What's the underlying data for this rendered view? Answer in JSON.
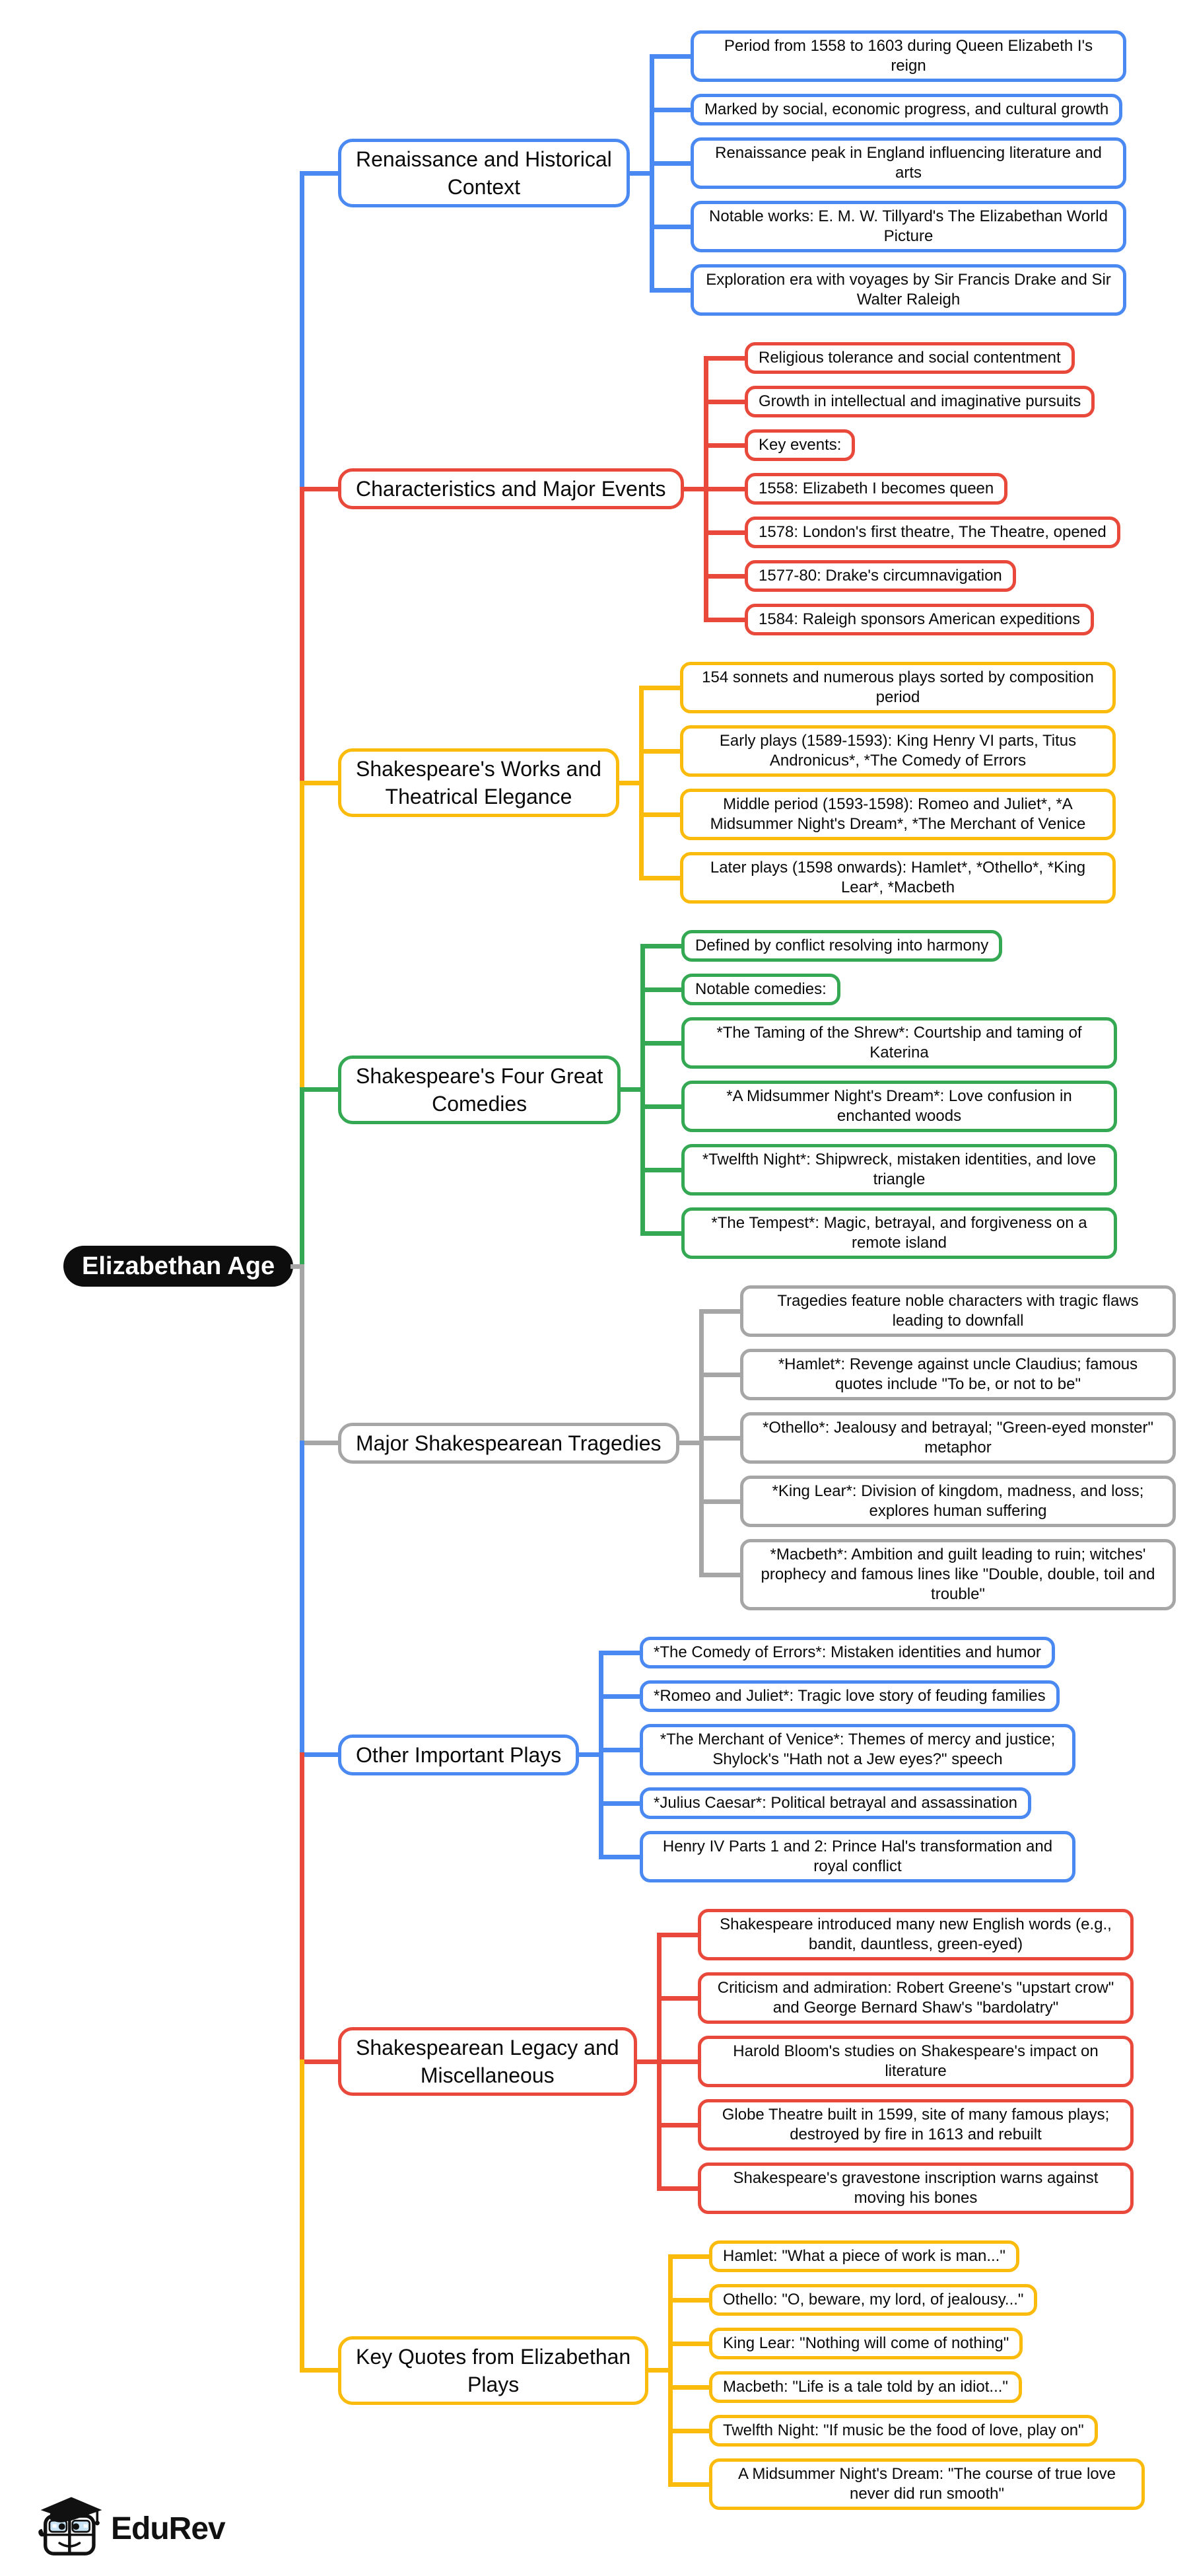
{
  "root": {
    "label": "Elizabethan Age",
    "bg_color": "#0d0d0d",
    "text_color": "#ffffff"
  },
  "branches": [
    {
      "label": "Renaissance and Historical\nContext",
      "color": "#4a89f2",
      "leaves": [
        "Period from 1558 to 1603 during Queen Elizabeth I's reign",
        "Marked by social, economic progress, and cultural growth",
        "Renaissance peak in England influencing literature and arts",
        "Notable works: E. M. W. Tillyard's The Elizabethan World Picture",
        "Exploration era with voyages by Sir Francis Drake and Sir Walter Raleigh"
      ]
    },
    {
      "label": "Characteristics and Major Events",
      "color": "#e8493b",
      "leaves": [
        "Religious tolerance and social contentment",
        "Growth in intellectual and imaginative pursuits",
        "Key events:",
        "1558: Elizabeth I becomes queen",
        "1578: London's first theatre, The Theatre, opened",
        "1577-80: Drake's circumnavigation",
        "1584: Raleigh sponsors American expeditions"
      ]
    },
    {
      "label": "Shakespeare's Works and\nTheatrical Elegance",
      "color": "#fbbb0c",
      "leaves": [
        "154 sonnets and numerous plays sorted by composition period",
        "Early plays (1589-1593): King Henry VI parts, Titus Andronicus*, *The Comedy of Errors",
        "Middle period (1593-1598): Romeo and Juliet*, *A Midsummer Night's Dream*, *The Merchant of Venice",
        "Later plays (1598 onwards): Hamlet*, *Othello*, *King Lear*, *Macbeth"
      ]
    },
    {
      "label": "Shakespeare's Four Great\nComedies",
      "color": "#34a853",
      "leaves": [
        "Defined by conflict resolving into harmony",
        "Notable comedies:",
        "*The Taming of the Shrew*: Courtship and taming of Katerina",
        "*A Midsummer Night's Dream*: Love confusion in enchanted woods",
        "*Twelfth Night*: Shipwreck, mistaken identities, and love triangle",
        "*The Tempest*: Magic, betrayal, and forgiveness on a remote island"
      ]
    },
    {
      "label": "Major Shakespearean Tragedies",
      "color": "#a6a6a6",
      "leaves": [
        "Tragedies feature noble characters with tragic flaws leading to downfall",
        "*Hamlet*: Revenge against uncle Claudius; famous quotes include \"To be, or not to be\"",
        "*Othello*: Jealousy and betrayal; \"Green-eyed monster\" metaphor",
        "*King Lear*: Division of kingdom, madness, and loss; explores human suffering",
        "*Macbeth*: Ambition and guilt leading to ruin; witches' prophecy and famous lines like \"Double, double, toil and trouble\""
      ]
    },
    {
      "label": "Other Important Plays",
      "color": "#4a89f2",
      "leaves": [
        "*The Comedy of Errors*: Mistaken identities and humor",
        "*Romeo and Juliet*: Tragic love story of feuding families",
        "*The Merchant of Venice*: Themes of mercy and justice; Shylock's \"Hath not a Jew eyes?\" speech",
        "*Julius Caesar*: Political betrayal and assassination",
        "Henry IV Parts 1 and 2: Prince Hal's transformation and royal conflict"
      ]
    },
    {
      "label": "Shakespearean Legacy and\nMiscellaneous",
      "color": "#e8493b",
      "leaves": [
        "Shakespeare introduced many new English words (e.g., bandit, dauntless, green-eyed)",
        "Criticism and admiration: Robert Greene's \"upstart crow\" and George Bernard Shaw's \"bardolatry\"",
        "Harold Bloom's studies on Shakespeare's impact on literature",
        "Globe Theatre built in 1599, site of many famous plays; destroyed by fire in 1613 and rebuilt",
        "Shakespeare's gravestone inscription warns against moving his bones"
      ]
    },
    {
      "label": "Key Quotes from Elizabethan\nPlays",
      "color": "#fbbb0c",
      "leaves": [
        "Hamlet: \"What a piece of work is man...\"",
        "Othello: \"O, beware, my lord, of jealousy...\"",
        "King Lear: \"Nothing will come of nothing\"",
        "Macbeth: \"Life is a tale told by an idiot...\"",
        "Twelfth Night: \"If music be the food of love, play on\"",
        "A Midsummer Night's Dream: \"The course of true love never did run smooth\""
      ]
    }
  ],
  "logo": {
    "text": "EduRev"
  }
}
